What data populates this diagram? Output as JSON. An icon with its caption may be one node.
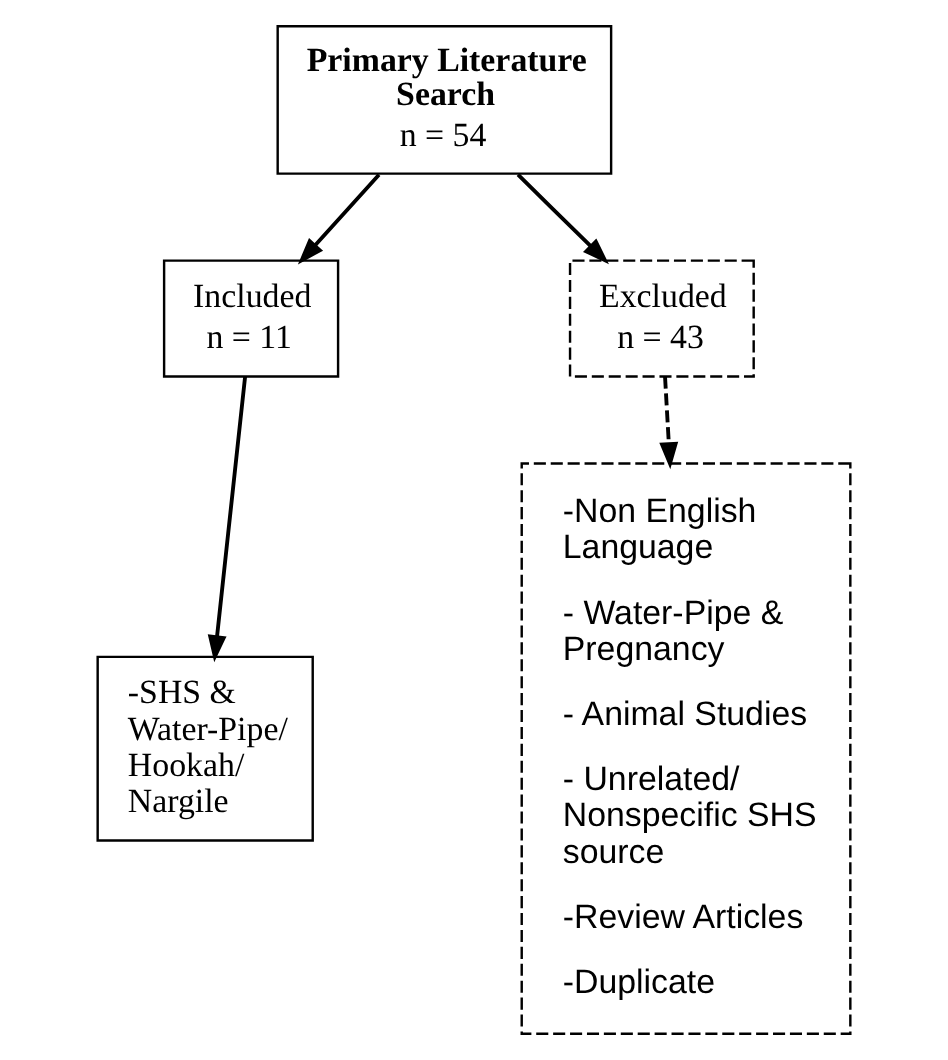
{
  "diagram": {
    "nodes": [
      {
        "text": [
          "Primary Literature Search",
          "n = 54"
        ]
      },
      {
        "text": [
          "Included",
          "n = 11"
        ]
      },
      {
        "text": [
          "Excluded",
          "n = 43"
        ]
      },
      {
        "text": [
          "-SHS & Water-Pipe/ Hookah/ Nargile"
        ]
      },
      {
        "text": [
          "-Non English Language",
          "- Water-Pipe & Pregnancy",
          "- Animal Studies",
          "- Unrelated/ Nonspecific SHS source",
          "-Review Articles",
          "-Duplicate"
        ]
      }
    ],
    "edges": [
      {
        "from": 0,
        "to": 1,
        "arrow": "to"
      },
      {
        "from": 0,
        "to": 2,
        "arrow": "to"
      },
      {
        "from": 1,
        "to": 3,
        "arrow": "to"
      },
      {
        "from": 2,
        "to": 4,
        "arrow": "to",
        "style": "dashed"
      }
    ]
  }
}
